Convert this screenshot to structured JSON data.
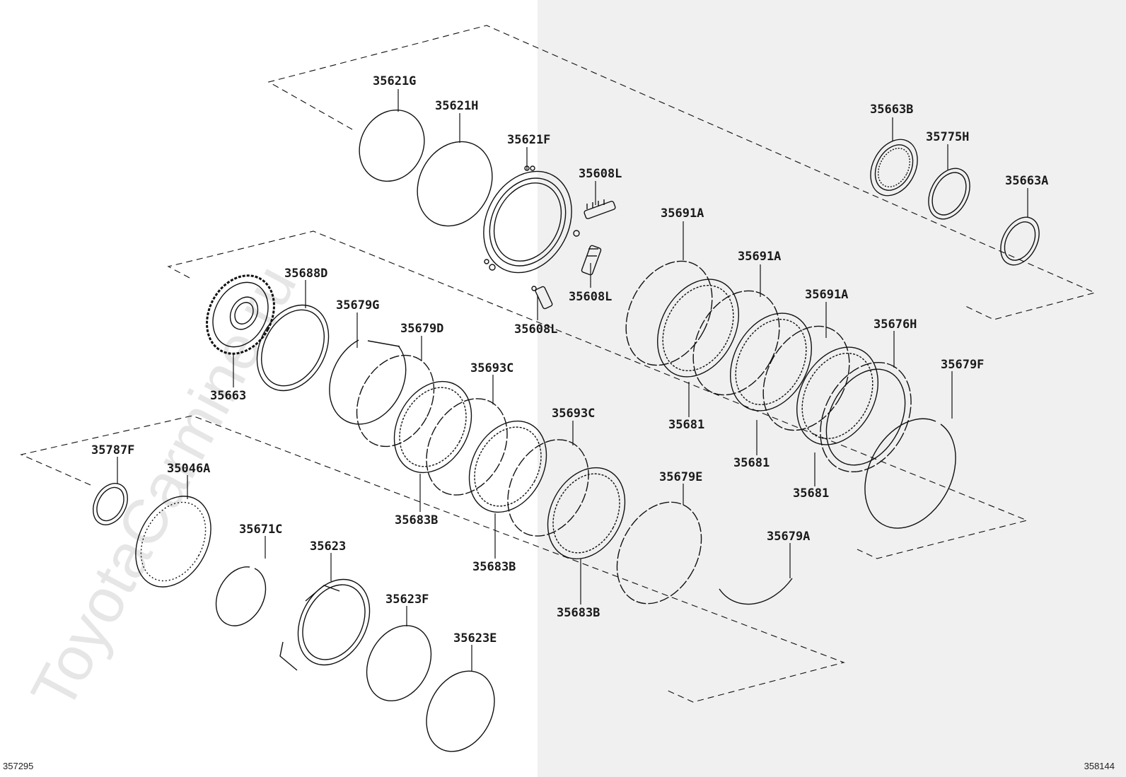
{
  "diagram": {
    "watermark": "ToyotaCarmine.ru",
    "code_left": "357295",
    "code_right": "358144",
    "labels": {
      "p35621G": "35621G",
      "p35621H": "35621H",
      "p35621F": "35621F",
      "p35608L_a": "35608L",
      "p35608L_b": "35608L",
      "p35608L_c": "35608L",
      "p35663B": "35663B",
      "p35775H": "35775H",
      "p35663A": "35663A",
      "p35691A_a": "35691A",
      "p35691A_b": "35691A",
      "p35691A_c": "35691A",
      "p35676H": "35676H",
      "p35679F": "35679F",
      "p35681_a": "35681",
      "p35681_b": "35681",
      "p35681_c": "35681",
      "p35688D": "35688D",
      "p35679G": "35679G",
      "p35679D": "35679D",
      "p35693C_a": "35693C",
      "p35693C_b": "35693C",
      "p35663": "35663",
      "p35683B_a": "35683B",
      "p35683B_b": "35683B",
      "p35683B_c": "35683B",
      "p35679E": "35679E",
      "p35679A": "35679A",
      "p35787F": "35787F",
      "p35046A": "35046A",
      "p35671C": "35671C",
      "p35623": "35623",
      "p35623F": "35623F",
      "p35623E": "35623E"
    }
  }
}
